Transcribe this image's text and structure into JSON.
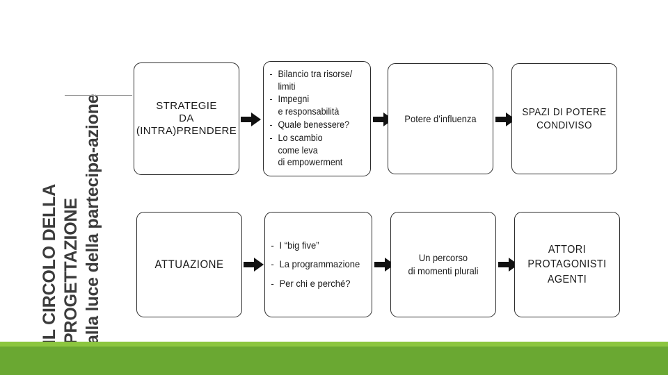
{
  "slide": {
    "title_lines": [
      "IL CIRCOLO DELLA",
      "PROGETTAZIONE",
      "alla luce della partecipa-azione"
    ],
    "background_color": "#FFFFFF",
    "accent_light_green": "#8CC63F",
    "accent_dark_green": "#6AA832",
    "line_color": "#9A9A9A"
  },
  "diagram_data": {
    "type": "flowchart",
    "rows": [
      {
        "name": "row-strategie",
        "nodes": [
          {
            "id": "strategie",
            "kind": "text",
            "lines": [
              "STRATEGIE",
              "DA",
              "(INTRA)PRENDERE"
            ]
          },
          {
            "id": "bilancio-list",
            "kind": "list",
            "items": [
              [
                "Bilancio tra risorse/",
                "limiti"
              ],
              [
                "Impegni",
                "e responsabilità"
              ],
              [
                "Quale benessere?"
              ],
              [
                "Lo scambio",
                "come leva",
                "di empowerment"
              ]
            ],
            "bullet": "-"
          },
          {
            "id": "potere-influenza",
            "kind": "text",
            "lines": [
              "Potere d’influenza"
            ]
          },
          {
            "id": "spazi-potere",
            "kind": "text",
            "lines": [
              "SPAZI DI POTERE",
              "CONDIVISO"
            ]
          }
        ]
      },
      {
        "name": "row-attuazione",
        "nodes": [
          {
            "id": "attuazione",
            "kind": "text",
            "lines": [
              "ATTUAZIONE"
            ]
          },
          {
            "id": "bigfive-list",
            "kind": "list",
            "items": [
              [
                "I “big five”"
              ],
              [
                "La programmazione"
              ],
              [
                "Per chi e perché?"
              ]
            ],
            "bullet": "-"
          },
          {
            "id": "percorso",
            "kind": "text",
            "lines": [
              "Un percorso",
              "di momenti plurali"
            ]
          },
          {
            "id": "attori",
            "kind": "text",
            "lines": [
              "ATTORI",
              "PROTAGONISTI",
              "AGENTI"
            ]
          }
        ]
      }
    ],
    "connectors": [
      {
        "from": "strategie",
        "to": "bilancio-list",
        "glyph": "arrow-right"
      },
      {
        "from": "bilancio-list",
        "to": "potere-influenza",
        "glyph": "arrow-right"
      },
      {
        "from": "potere-influenza",
        "to": "spazi-potere",
        "glyph": "arrow-right"
      },
      {
        "from": "attuazione",
        "to": "bigfive-list",
        "glyph": "arrow-right"
      },
      {
        "from": "bigfive-list",
        "to": "percorso",
        "glyph": "arrow-right"
      },
      {
        "from": "percorso",
        "to": "attori",
        "glyph": "arrow-right"
      }
    ]
  }
}
